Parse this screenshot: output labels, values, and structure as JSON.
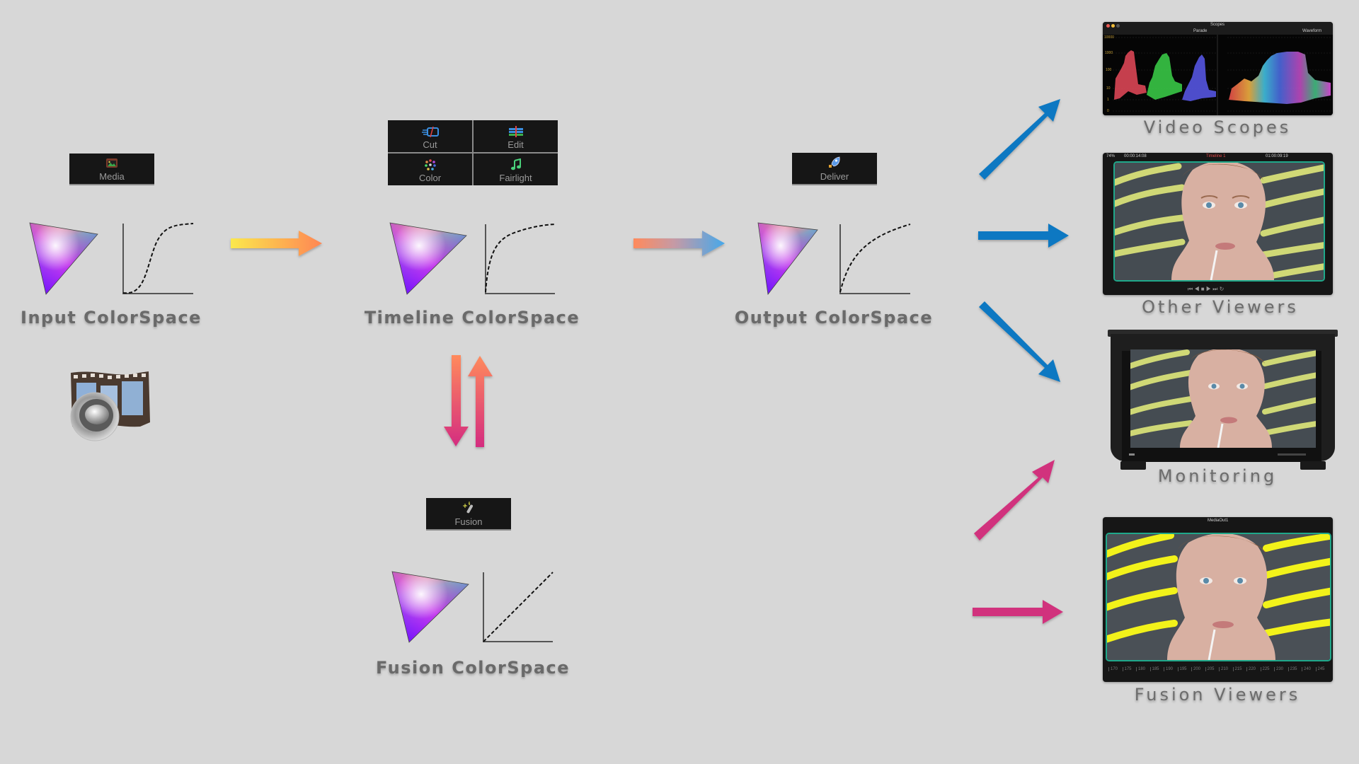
{
  "pages": {
    "media": {
      "label": "Media",
      "icon": "media-page-icon"
    },
    "cut": {
      "label": "Cut",
      "icon": "cut-page-icon"
    },
    "edit": {
      "label": "Edit",
      "icon": "edit-page-icon"
    },
    "color": {
      "label": "Color",
      "icon": "color-page-icon"
    },
    "fairlight": {
      "label": "Fairlight",
      "icon": "fairlight-page-icon"
    },
    "deliver": {
      "label": "Deliver",
      "icon": "deliver-page-icon"
    },
    "fusion": {
      "label": "Fusion",
      "icon": "fusion-page-icon"
    }
  },
  "colorspaces": {
    "input": {
      "label": "Input ColorSpace",
      "curve": "s-curve"
    },
    "timeline": {
      "label": "Timeline ColorSpace",
      "curve": "log-curve"
    },
    "output": {
      "label": "Output ColorSpace",
      "curve": "gamma-curve"
    },
    "fusion": {
      "label": "Fusion ColorSpace",
      "curve": "linear"
    }
  },
  "outputs": {
    "scopes": {
      "label": "Video Scopes",
      "window_title": "Scopes",
      "left_mode": "Parade",
      "right_mode": "Waveform",
      "axis": [
        "10000",
        "1000",
        "100",
        "10",
        "1",
        "0"
      ]
    },
    "viewers": {
      "label": "Other Viewers",
      "zoom": "74%",
      "timecode_left": "00:00:14:08",
      "timeline": "Timeline 1",
      "timecode_right": "01:00:09:19"
    },
    "monitoring": {
      "label": "Monitoring"
    },
    "fusion_viewers": {
      "label": "Fusion Viewers",
      "node": "MediaOut1",
      "ruler": [
        "170",
        "175",
        "180",
        "185",
        "190",
        "195",
        "200",
        "205",
        "210",
        "215",
        "220",
        "225",
        "230",
        "235",
        "240",
        "245"
      ]
    }
  },
  "colors": {
    "background": "#d7d7d7",
    "blue_arrow": "#0a78c2",
    "pink_arrow": "#d1327d",
    "label": "#6a6a6a"
  }
}
